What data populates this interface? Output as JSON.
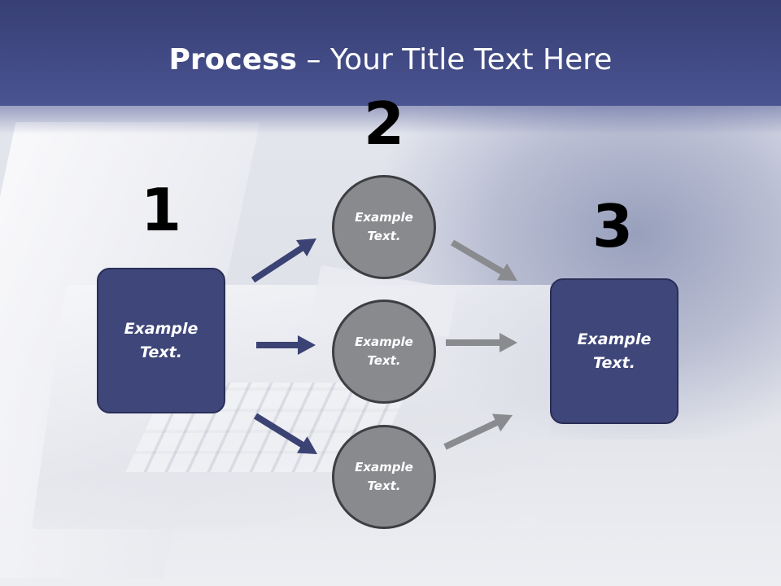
{
  "title": {
    "bold": "Process",
    "rest": " – Your Title Text Here"
  },
  "steps": [
    {
      "number": "1",
      "text": "Example\nText."
    },
    {
      "number": "2",
      "items": [
        "Example\nText.",
        "Example\nText.",
        "Example\nText."
      ]
    },
    {
      "number": "3",
      "text": "Example\nText."
    }
  ],
  "colors": {
    "header": "#414a84",
    "box_fill": "#3f4679",
    "circle_fill": "#898a8e",
    "arrow_dark": "#3b4274",
    "arrow_gray": "#8a8b8f"
  }
}
